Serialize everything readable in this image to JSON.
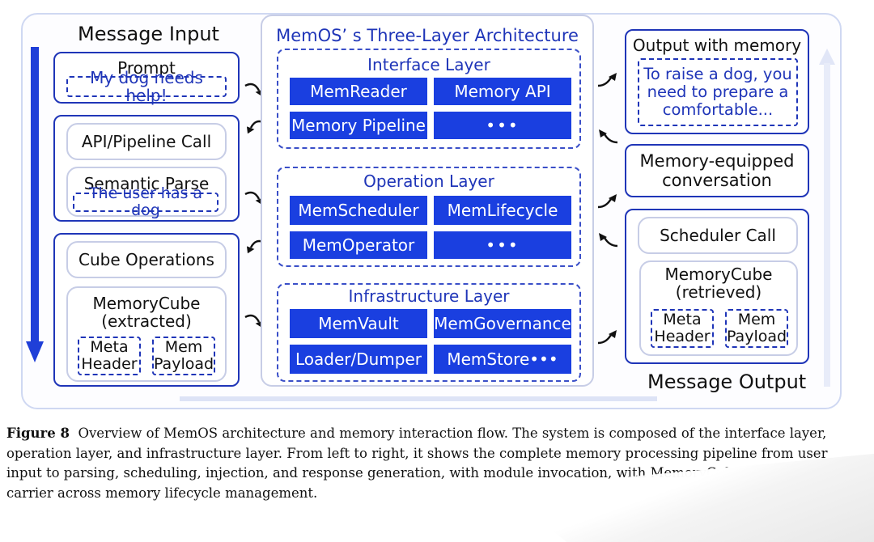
{
  "left": {
    "title": "Message Input",
    "prompt_label": "Prompt",
    "prompt_text": "My dog needs help!",
    "api_call": "API/Pipeline Call",
    "semantic_parse": "Semantic Parse",
    "parse_text": "The user has a dog",
    "cube_ops": "Cube Operations",
    "memcube_title": "MemoryCube\n(extracted)",
    "meta_header": "Meta\nHeader",
    "mem_payload": "Mem\nPayload"
  },
  "center": {
    "title": "MemOS’ s Three-Layer Architecture",
    "layers": [
      {
        "title": "Interface Layer",
        "modules": [
          "MemReader",
          "Memory API",
          "Memory Pipeline",
          "•••"
        ]
      },
      {
        "title": "Operation Layer",
        "modules": [
          "MemScheduler",
          "MemLifecycle",
          "MemOperator",
          "•••"
        ]
      },
      {
        "title": "Infrastructure Layer",
        "modules": [
          "MemVault",
          "MemGovernance",
          "Loader/Dumper",
          "MemStore•••"
        ]
      }
    ]
  },
  "right": {
    "output_title": "Output with memory",
    "output_text": "To raise a dog, you\nneed to prepare a\ncomfortable...",
    "conversation": "Memory-equipped\nconversation",
    "scheduler_call": "Scheduler Call",
    "memcube_title": "MemoryCube\n(retrieved)",
    "meta_header": "Meta\nHeader",
    "mem_payload": "Mem\nPayload",
    "footer": "Message Output"
  },
  "caption": {
    "label": "Figure 8",
    "text": "Overview of MemOS architecture and memory interaction flow. The system is composed of the interface layer, operation layer, and infrastructure layer. From left to right, it shows the complete memory processing pipeline from user input to parsing, scheduling, injection, and response generation, with module invocation, with MemoryCube serving as the carrier across memory lifecycle management."
  },
  "colors": {
    "accent": "#1a3fe0",
    "border": "#1f35b8",
    "soft_border": "#c7cde6"
  }
}
